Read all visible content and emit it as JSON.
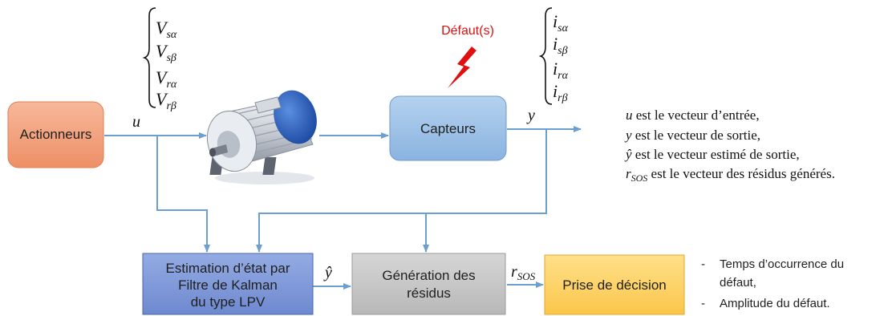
{
  "blocks": {
    "actuators": "Actionneurs",
    "sensors": "Capteurs",
    "estimator": [
      "Estimation d’état par",
      "Filtre de Kalman",
      "du type LPV"
    ],
    "residuals": [
      "Génération des",
      "résidus"
    ],
    "decision": "Prise de décision"
  },
  "fault_label": "Défaut(s)",
  "signals": {
    "u": "u",
    "y": "y",
    "y_hat": "ŷ",
    "r": "r",
    "r_sub": "SOS"
  },
  "voltages": [
    {
      "base": "V",
      "sub": "sα"
    },
    {
      "base": "V",
      "sub": "sβ"
    },
    {
      "base": "V",
      "sub": "rα"
    },
    {
      "base": "V",
      "sub": "rβ"
    }
  ],
  "currents": [
    {
      "base": "i",
      "sub": "sα"
    },
    {
      "base": "i",
      "sub": "sβ"
    },
    {
      "base": "i",
      "sub": "rα"
    },
    {
      "base": "i",
      "sub": "rβ"
    }
  ],
  "legend": [
    {
      "sym": "u",
      "sub": "",
      "text": " est le vecteur d’entrée,"
    },
    {
      "sym": "y",
      "sub": "",
      "text": " est le vecteur de sortie,"
    },
    {
      "sym": "ŷ",
      "sub": "",
      "text": " est le vecteur estimé de sortie,"
    },
    {
      "sym": "r",
      "sub": "SOS",
      "text": " est le vecteur des résidus générés."
    }
  ],
  "decision_outputs": [
    "Temps d’occurrence du",
    "défaut,",
    "Amplitude du défaut."
  ],
  "bullet_char": "-",
  "colors": {
    "actuators": "#f4a582",
    "sensors": "#9fc2e7",
    "estimator": "#7d97d8",
    "residuals": "#c8c8c8",
    "decision": "#ffd56a",
    "wire": "#6a9fd0",
    "fault": "#e01010"
  }
}
